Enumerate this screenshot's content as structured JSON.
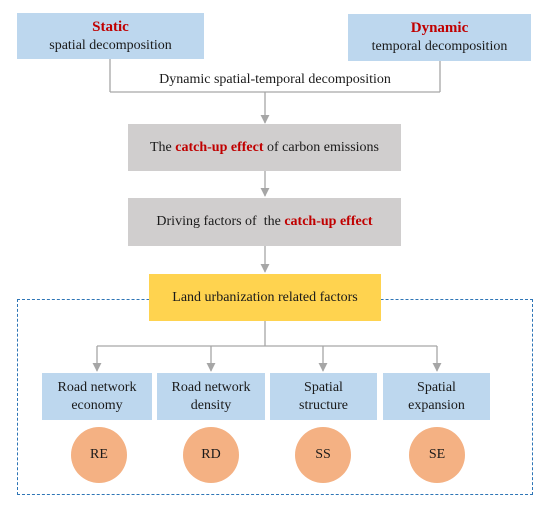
{
  "top_left": {
    "highlight": "Static",
    "text": "spatial decomposition"
  },
  "top_right": {
    "highlight": "Dynamic",
    "text": "temporal decomposition"
  },
  "merge_label": "Dynamic spatial-temporal decomposition",
  "catch_up": {
    "before": "The",
    "highlight": "catch-up effect",
    "after": "of carbon emissions"
  },
  "driving": {
    "before": "Driving factors of  the",
    "highlight": "catch-up effect"
  },
  "land": "Land urbanization related factors",
  "factors": [
    {
      "line1": "Road network",
      "line2": "economy",
      "abbr": "RE"
    },
    {
      "line1": "Road network",
      "line2": "density",
      "abbr": "RD"
    },
    {
      "line1": "Spatial",
      "line2": "structure",
      "abbr": "SS"
    },
    {
      "line1": "Spatial",
      "line2": "expansion",
      "abbr": "SE"
    }
  ],
  "colors": {
    "blue_box": "#bdd7ee",
    "gray_box": "#d0cece",
    "yellow_box": "#ffd34f",
    "circle": "#f4b183",
    "highlight": "#c00000",
    "dashed_border": "#2e75b6",
    "connector": "#a6a6a6"
  }
}
